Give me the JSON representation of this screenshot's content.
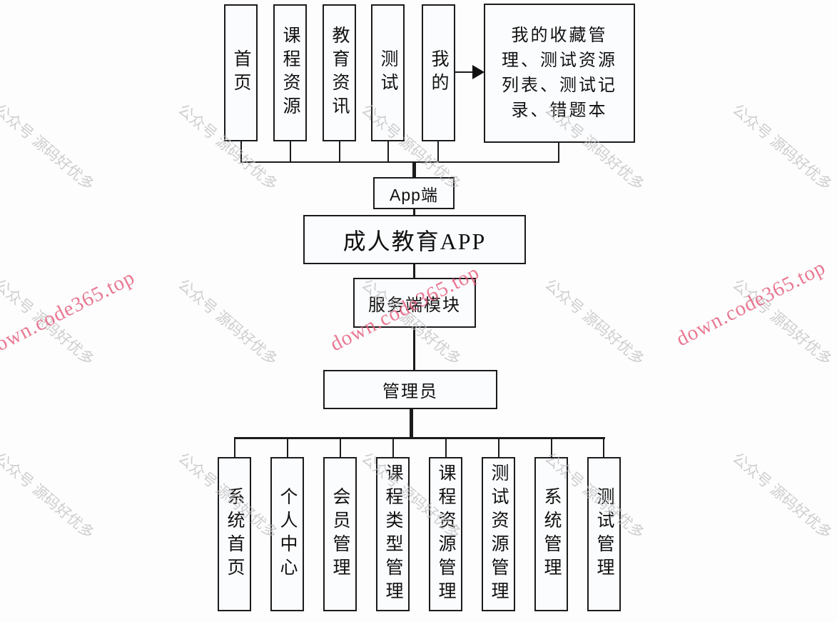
{
  "diagram": {
    "app_modules": [
      "首页",
      "课程资源",
      "教育资讯",
      "测试",
      "我的"
    ],
    "mine_features": {
      "line1": "我的收藏管",
      "line2": "理、测试资源",
      "line3": "列表、测试记",
      "line4": "录、错题本"
    },
    "app_terminal_label": "App端",
    "system_name": "成人教育APP",
    "server_module_label": "服务端模块",
    "admin_role_label": "管理员",
    "admin_modules": [
      "系统首页",
      "个人中心",
      "会员管理",
      "课程类型管理",
      "课程资源管理",
      "测试资源管理",
      "系统管理",
      "测试管理"
    ]
  },
  "watermarks": {
    "gray_text": "公众号 源码好优多",
    "red_text": "down.code365.top",
    "gray_color": "#bbbbbb",
    "red_color": "#e45a7a"
  }
}
